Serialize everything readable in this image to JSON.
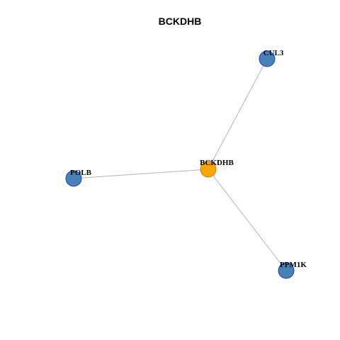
{
  "title": "BCKDHB",
  "colors": {
    "center_node_fill": "#FFA500",
    "center_node_stroke": "#B8860B",
    "neighbor_node_fill": "#4682B4",
    "neighbor_node_stroke": "#1E3FCC",
    "edge": "#B3B3B3"
  },
  "nodes": [
    {
      "id": "BCKDHB",
      "label": "BCKDHB",
      "role": "center"
    },
    {
      "id": "CUL3",
      "label": "CUL3",
      "role": "neighbor"
    },
    {
      "id": "POLB",
      "label": "POLB",
      "role": "neighbor"
    },
    {
      "id": "PPM1K",
      "label": "PPM1K",
      "role": "neighbor"
    }
  ],
  "edges": [
    {
      "source": "BCKDHB",
      "target": "CUL3"
    },
    {
      "source": "BCKDHB",
      "target": "POLB"
    },
    {
      "source": "BCKDHB",
      "target": "PPM1K"
    }
  ]
}
